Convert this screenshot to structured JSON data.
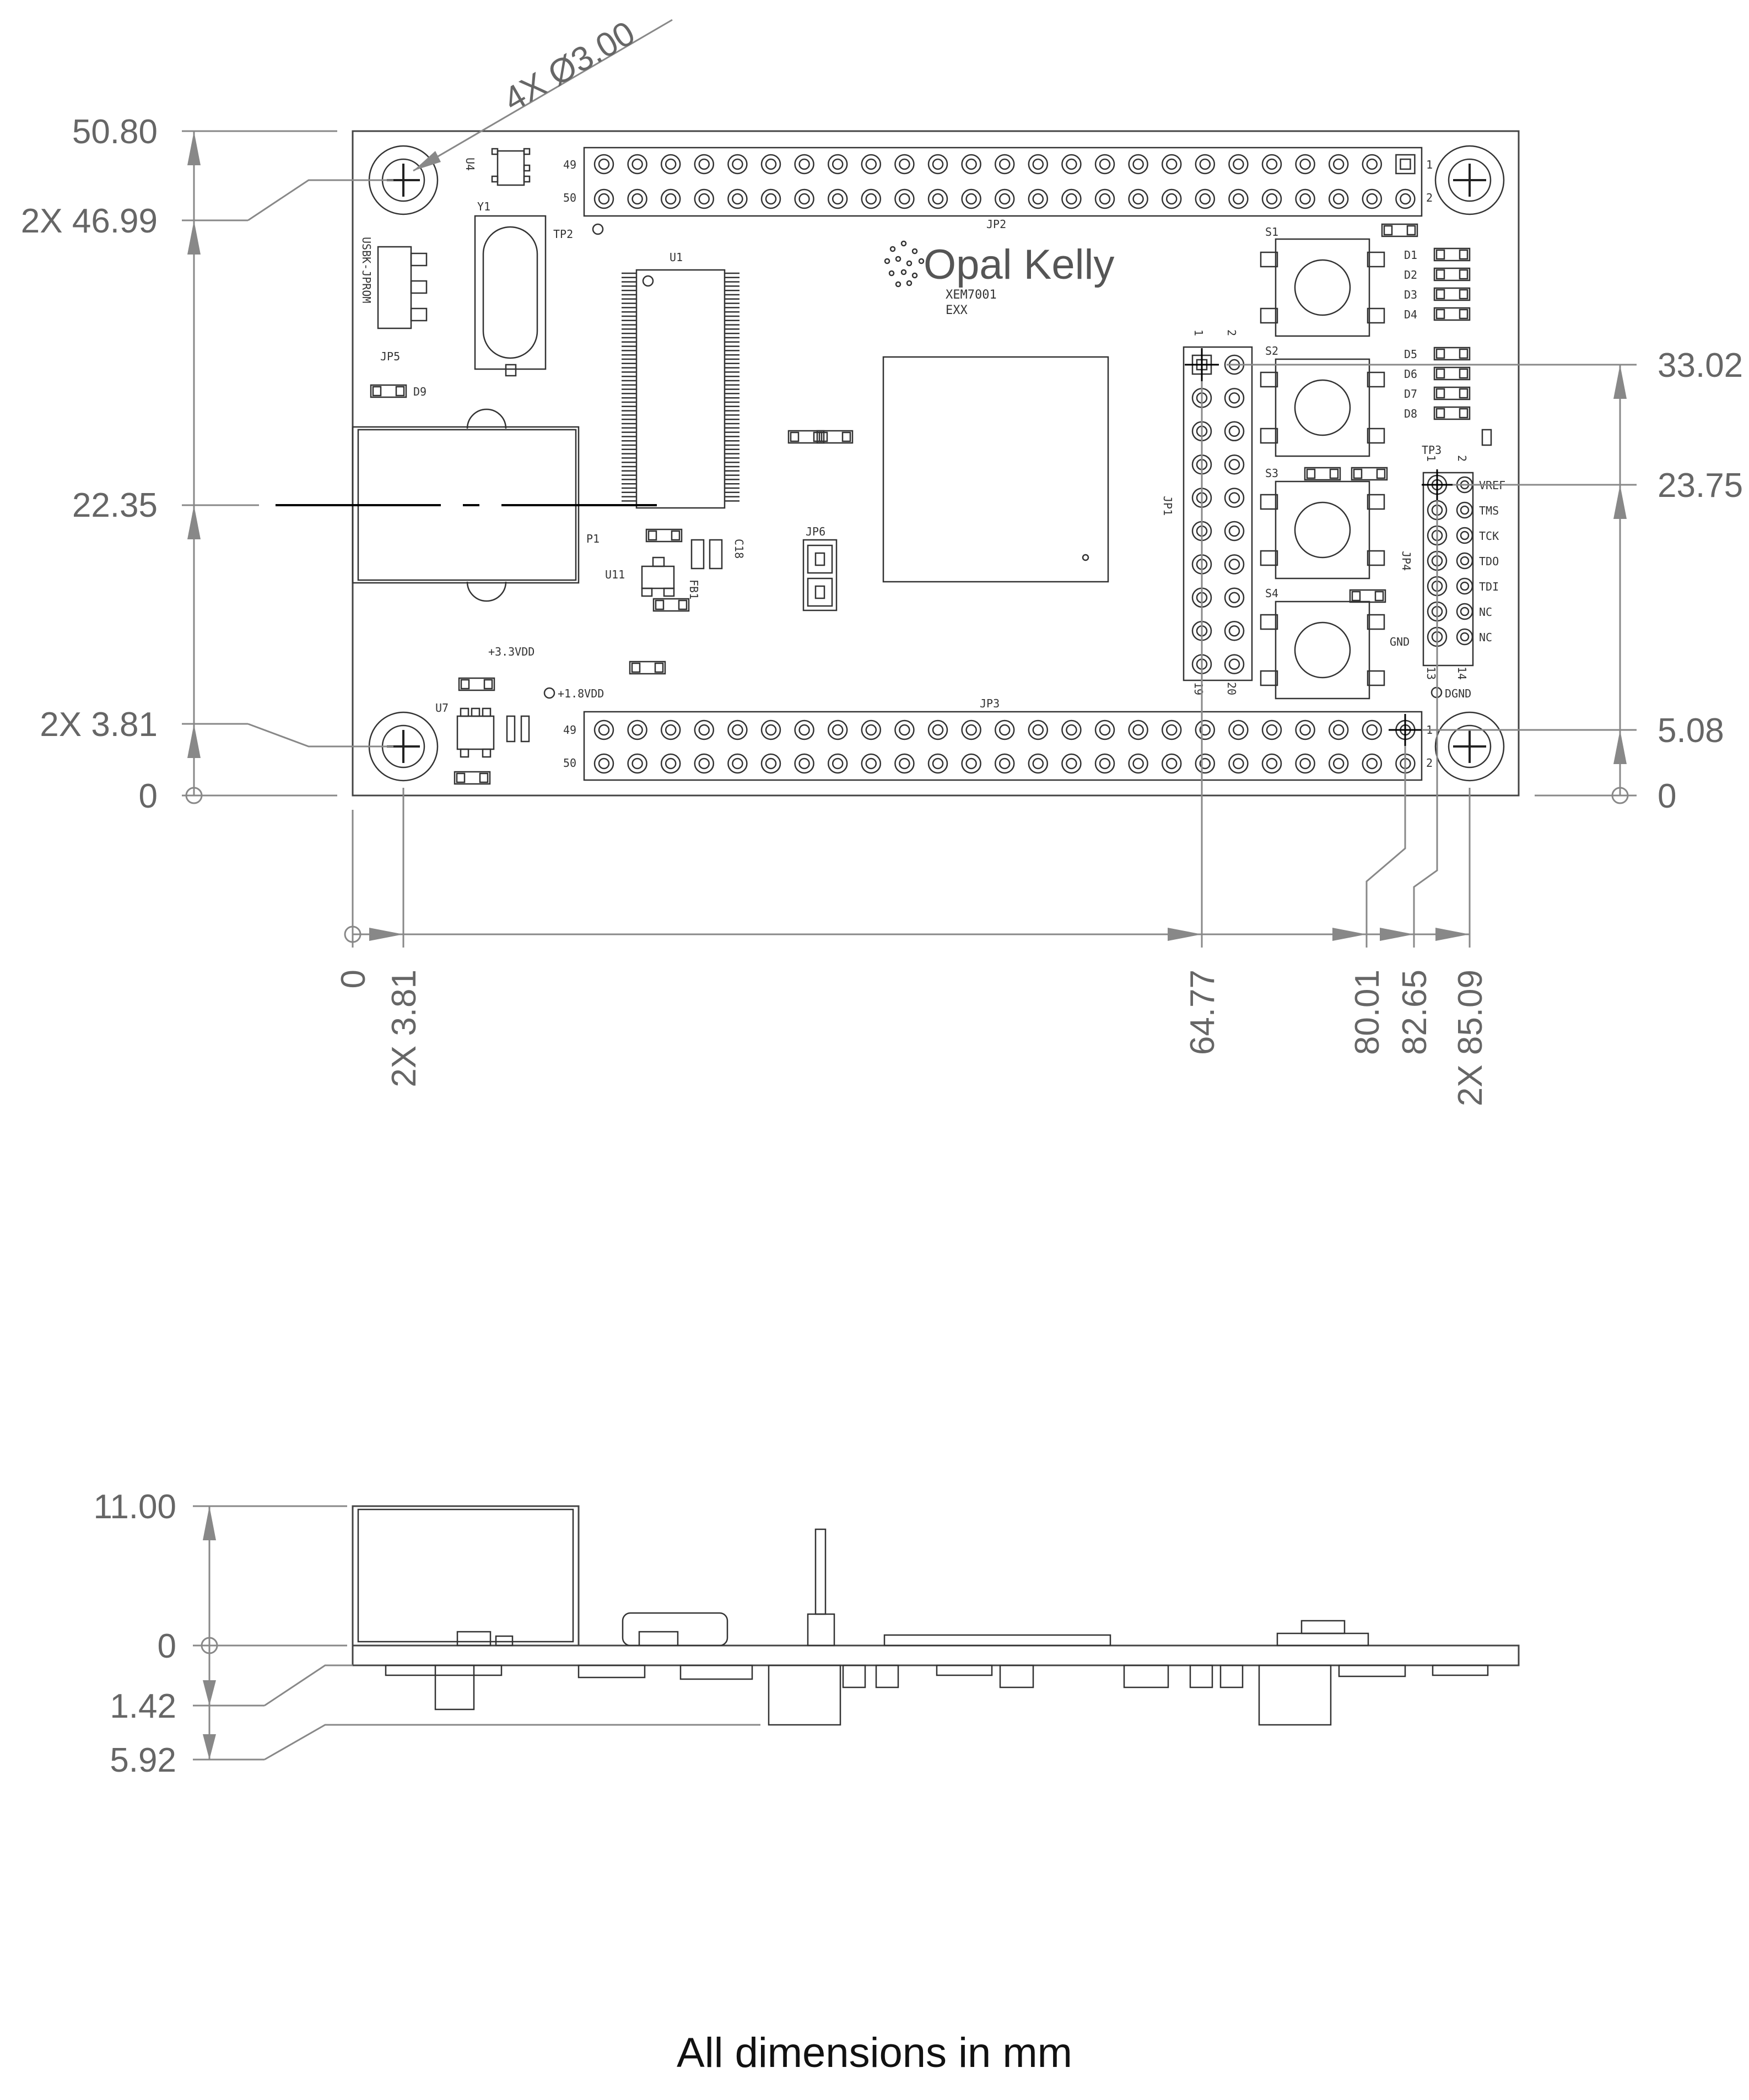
{
  "top_view": {
    "dimensions_left": {
      "top": "50.80",
      "hole_top": "2X 46.99",
      "usb_center": "22.35",
      "hole_bottom": "2X 3.81",
      "origin": "0"
    },
    "dimensions_right": {
      "jp1_pin1": "33.02",
      "jp4_pin1": "23.75",
      "jp3_pin1": "5.08",
      "origin": "0"
    },
    "dimensions_bottom": {
      "origin": "0",
      "hole_left": "2X 3.81",
      "jp1_x": "64.77",
      "jp3_x": "80.01",
      "jp4_x": "82.65",
      "hole_right": "2X 85.09"
    },
    "hole_callout": "4X Ø3.00",
    "brand": "Opal Kelly",
    "product_line1": "XEM7001",
    "product_line2": "EXX",
    "silkscreen": {
      "jp2": "JP2",
      "jp3": "JP3",
      "jp1": "JP1",
      "jp4": "JP4",
      "jp5": "JP5",
      "jp6": "JP6",
      "u1": "U1",
      "u4": "U4",
      "u7": "U7",
      "u11": "U11",
      "y1": "Y1",
      "p1": "P1",
      "tp2": "TP2",
      "tp3": "TP3",
      "fb1": "FB1",
      "c18": "C18",
      "d9": "D9",
      "usb_label": "USBK-JPROM",
      "v33": "+3.3VDD",
      "v18": "+1.8VDD",
      "dgnd": "DGND",
      "gnd": "GND",
      "s1": "S1",
      "s2": "S2",
      "s3": "S3",
      "s4": "S4",
      "leds": [
        "D1",
        "D2",
        "D3",
        "D4",
        "D5",
        "D6",
        "D7",
        "D8"
      ],
      "jtag": [
        "VREF",
        "TMS",
        "TCK",
        "TDO",
        "TDI",
        "NC",
        "NC"
      ],
      "pin_49": "49",
      "pin_50": "50",
      "pin_1": "1",
      "pin_2": "2",
      "pin_19": "19",
      "pin_20": "20",
      "pin_13": "13",
      "pin_14": "14"
    }
  },
  "side_view": {
    "dimensions": {
      "top": "11.00",
      "origin": "0",
      "board_bottom": "1.42",
      "lowest": "5.92"
    }
  },
  "caption": "All dimensions in mm"
}
